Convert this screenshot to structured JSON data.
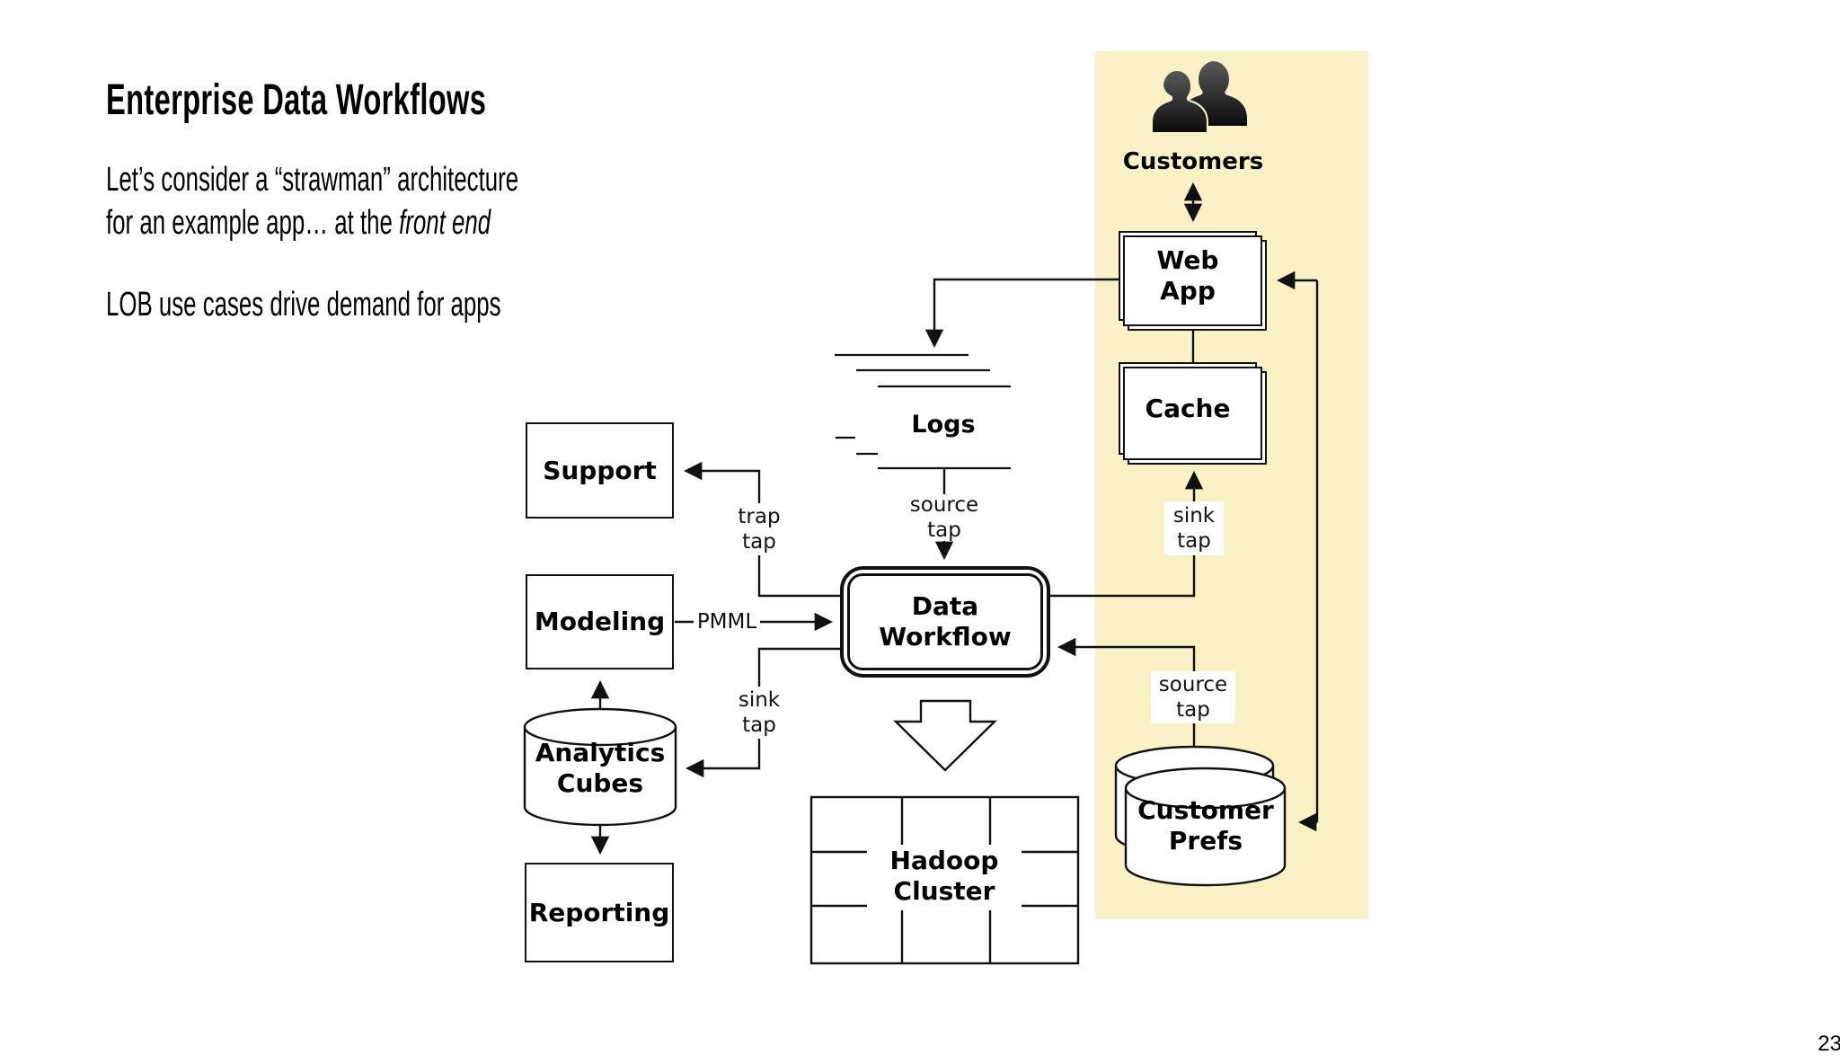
{
  "slide": {
    "title": "Enterprise Data Workflows",
    "body": {
      "line1": "Let’s consider a “strawman” architecture",
      "line2_prefix": "for an example app… at the ",
      "line2_italic": "front end",
      "line3": "LOB use cases drive demand for apps"
    },
    "page_number": "23"
  },
  "diagram": {
    "customers": "Customers",
    "web_app": "Web\nApp",
    "cache": "Cache",
    "customer_prefs": "Customer\nPrefs",
    "logs": "Logs",
    "data_workflow": "Data\nWorkflow",
    "support": "Support",
    "modeling": "Modeling",
    "analytics_cubes": "Analytics\nCubes",
    "reporting": "Reporting",
    "hadoop_cluster": "Hadoop\nCluster",
    "taps": {
      "trap_tap": "trap\ntap",
      "sink_tap_cubes": "sink\ntap",
      "sink_tap_cache": "sink\ntap",
      "source_tap_logs": "source\ntap",
      "source_tap_prefs": "source\ntap",
      "pmml": "PMML"
    },
    "colors": {
      "highlight_panel": "#FAF0C5",
      "line": "#111111",
      "node_fill": "#FFFFFF"
    }
  }
}
